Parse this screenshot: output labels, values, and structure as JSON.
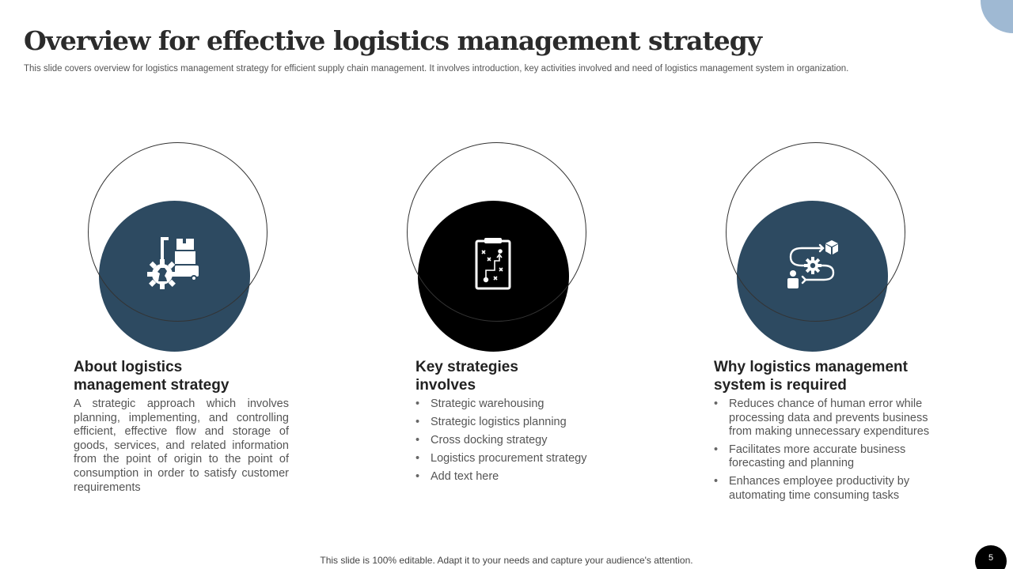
{
  "slide": {
    "title": "Overview for effective logistics management strategy",
    "subtitle": "This slide covers overview for logistics management strategy for efficient supply chain management. It involves introduction, key activities involved and need of logistics management system in organization.",
    "footer": "This slide is 100% editable. Adapt it to your needs and capture your audience's attention.",
    "page_number": "5"
  },
  "colors": {
    "navy": "#2d4a61",
    "black": "#000000",
    "accent_light": "#9fb9d3"
  },
  "columns": [
    {
      "icon": "logistics-gear-hand-truck-icon",
      "title_line1": "About logistics",
      "title_line2": "management strategy",
      "text": "A strategic approach which involves planning, implementing, and controlling efficient, effective flow and storage of goods, services, and related information from the point of origin to the point of consumption in order to satisfy customer requirements"
    },
    {
      "icon": "strategy-clipboard-icon",
      "title_line1": "Key strategies",
      "title_line2": "involves",
      "bullets": [
        "Strategic warehousing",
        "Strategic logistics planning",
        "Cross docking strategy",
        "Logistics procurement strategy",
        "Add text here"
      ]
    },
    {
      "icon": "process-flow-icon",
      "title_line1": "Why logistics management",
      "title_line2": "system is required",
      "bullets": [
        "Reduces chance of human error while processing data and prevents business from making unnecessary expenditures",
        "Facilitates more accurate business forecasting and planning",
        "Enhances employee productivity by automating time consuming tasks"
      ]
    }
  ]
}
